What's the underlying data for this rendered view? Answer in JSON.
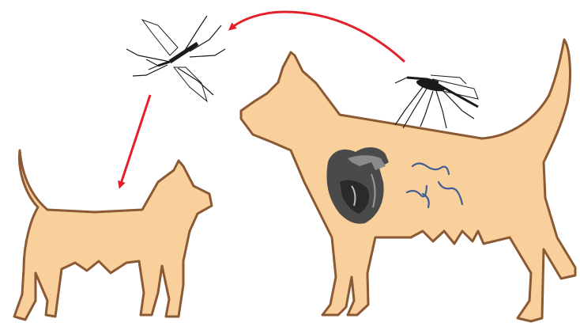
{
  "diagram": {
    "elements": [
      {
        "id": "infected-dog",
        "icon": "large-dog-silhouette"
      },
      {
        "id": "heart",
        "icon": "heart-illustration"
      },
      {
        "id": "worms",
        "icon": "heartworm-larvae",
        "count": 4
      },
      {
        "id": "biting-mosquito",
        "icon": "mosquito-on-back"
      },
      {
        "id": "flying-mosquito",
        "icon": "mosquito-in-flight"
      },
      {
        "id": "new-host-dog",
        "icon": "small-dog-silhouette"
      }
    ],
    "arrows": [
      {
        "from": "biting-mosquito",
        "to": "flying-mosquito"
      },
      {
        "from": "flying-mosquito",
        "to": "new-host-dog"
      }
    ],
    "colors": {
      "dog_fill": "#f9cf9b",
      "dog_outline": "#8b5a34",
      "arrow": "#e2222a",
      "insect": "#1a1a1a",
      "worm": "#3f5f95"
    }
  }
}
